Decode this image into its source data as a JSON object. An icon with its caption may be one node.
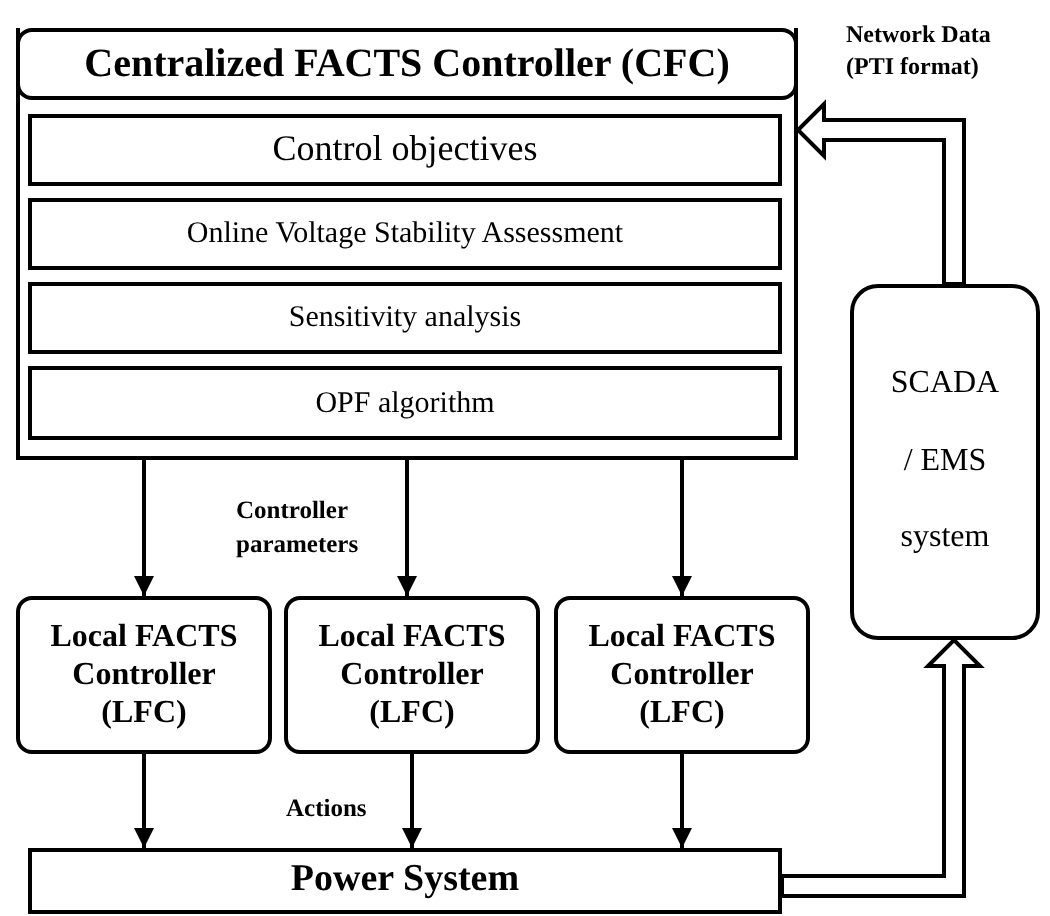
{
  "diagram": {
    "nodes": [
      {
        "text": [],
        "shape": "box"
      },
      {
        "text": [
          "Centralized FACTS Controller (CFC)"
        ],
        "in": 0
      },
      {
        "text": [
          "Control objectives"
        ],
        "in": 0
      },
      {
        "text": [
          "Online Voltage Stability Assessment"
        ],
        "in": 0
      },
      {
        "text": [
          "Sensitivity analysis"
        ],
        "in": 0
      },
      {
        "text": [
          "OPF algorithm"
        ],
        "in": 0
      },
      {
        "text": [
          "SCADA / EMS system"
        ]
      },
      {
        "text": [
          "Local FACTS Controller (LFC)"
        ]
      },
      {
        "text": [
          "Local FACTS Controller (LFC)"
        ]
      },
      {
        "text": [
          "Local FACTS Controller (LFC)"
        ]
      },
      {
        "text": [
          "Power System"
        ]
      }
    ],
    "edges": [
      {
        "from": 0,
        "to": 7,
        "arrow": "to"
      },
      {
        "from": 0,
        "to": 8,
        "arrow": "to",
        "label": "Controller parameters"
      },
      {
        "from": 0,
        "to": 9,
        "arrow": "to"
      },
      {
        "from": 7,
        "to": 10,
        "arrow": "to"
      },
      {
        "from": 8,
        "to": 10,
        "arrow": "to",
        "label": "Actions"
      },
      {
        "from": 9,
        "to": 10,
        "arrow": "to"
      },
      {
        "from": 10,
        "to": 6,
        "arrow": "to",
        "style": "thick"
      },
      {
        "from": 6,
        "to": 0,
        "arrow": "to",
        "style": "thick",
        "label": "Network Data (PTI format)"
      }
    ]
  }
}
